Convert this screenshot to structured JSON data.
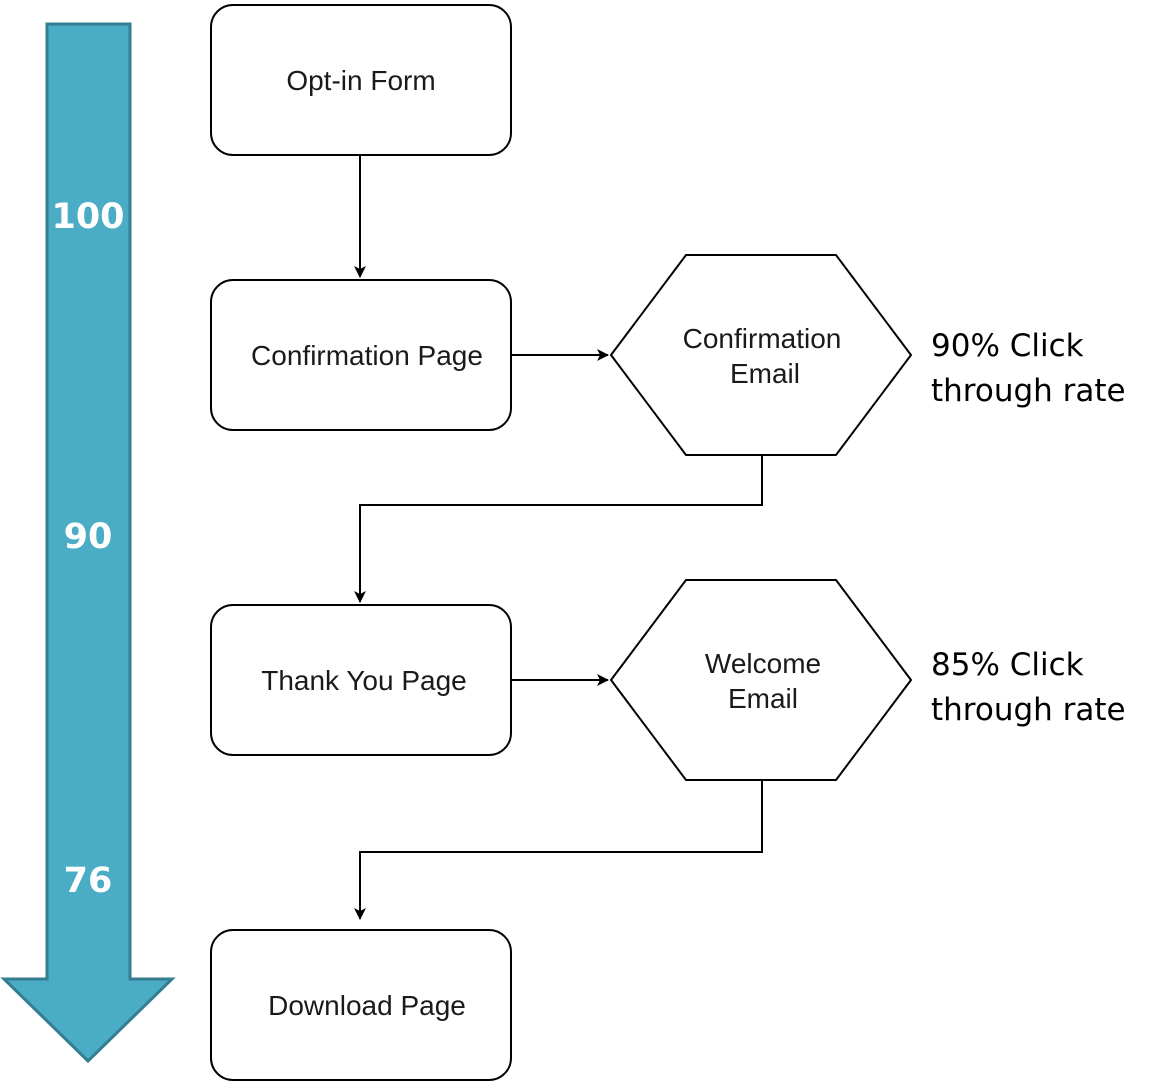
{
  "funnel": {
    "label_top": "100",
    "label_mid": "90",
    "label_bottom": "76",
    "color": "#4BACC6",
    "outline": "#357D91"
  },
  "nodes": {
    "opt_in_form": "Opt-in Form",
    "confirmation_page": "Confirmation Page",
    "confirmation_email_line1": "Confirmation",
    "confirmation_email_line2": "Email",
    "thank_you_page": "Thank You Page",
    "welcome_email_line1": "Welcome",
    "welcome_email_line2": "Email",
    "download_page": "Download Page"
  },
  "notes": {
    "confirmation_rate_line1": "90% Click",
    "confirmation_rate_line2": "through rate",
    "welcome_rate_line1": "85% Click",
    "welcome_rate_line2": "through rate"
  }
}
